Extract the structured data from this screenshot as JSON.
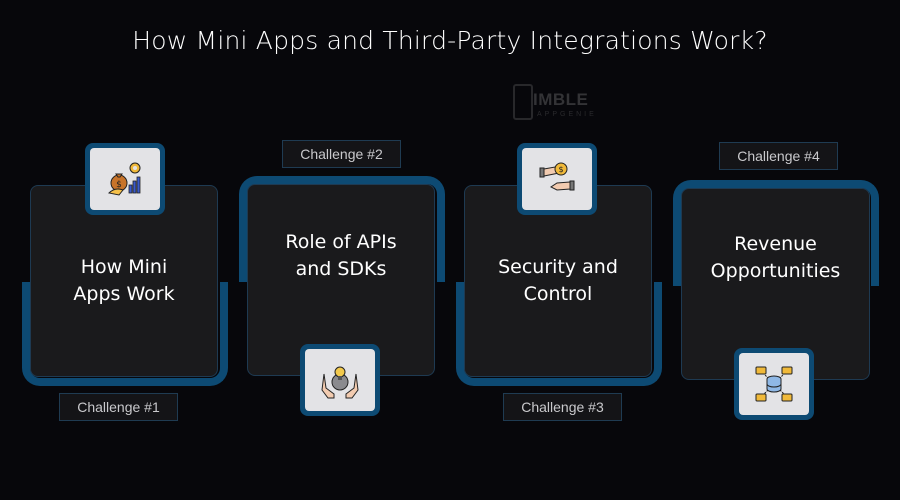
{
  "title": "How Mini Apps and Third-Party Integrations Work?",
  "watermark": {
    "brand": "IMBLE",
    "sub": "APPGENIE"
  },
  "colors": {
    "background": "#07070b",
    "accent_blue": "#0d4a73",
    "card": "#1a1a1c",
    "icon_bg": "#e3e3e6"
  },
  "cards": [
    {
      "line1": "How Mini",
      "line2": "Apps Work",
      "challenge": "Challenge #1",
      "icon": "money-bag-chart-icon"
    },
    {
      "line1": "Role of APIs",
      "line2": "and SDKs",
      "challenge": "Challenge #2",
      "icon": "hands-gear-bulb-icon"
    },
    {
      "line1": "Security and",
      "line2": "Control",
      "challenge": "Challenge #3",
      "icon": "hand-coin-exchange-icon"
    },
    {
      "line1": "Revenue",
      "line2": "Opportunities",
      "challenge": "Challenge #4",
      "icon": "database-network-icon"
    }
  ]
}
